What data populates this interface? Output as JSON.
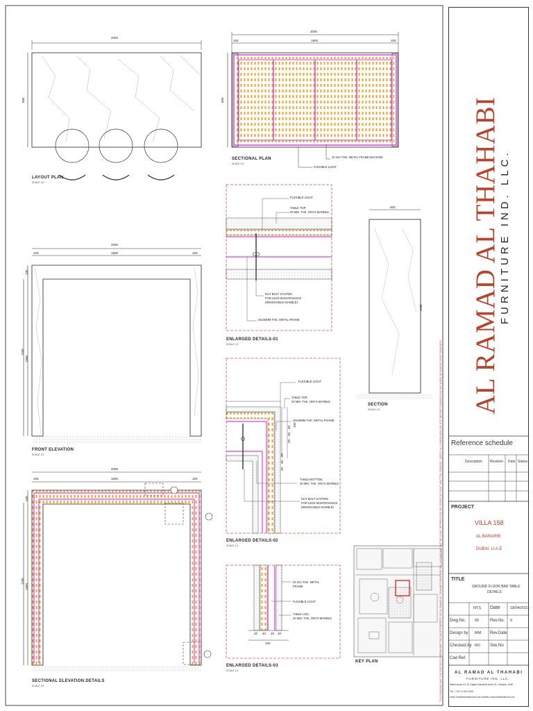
{
  "drawings": {
    "layout_plan": {
      "title": "LAYOUT PLAN",
      "scale": "SCALE 1:5",
      "dim_width": "2000",
      "dim_height": "600"
    },
    "sectional_plan": {
      "title": "SECTIONAL PLAN",
      "scale": "SCALE 1:5",
      "dim_total": "2000",
      "dim_left": "100",
      "dim_mid": "1800",
      "dim_right": "100",
      "dim_height": "600",
      "note_frame": "40 mm THK. METAL FRAME BACKING",
      "note_light": "FLEXIBLE LIGHT"
    },
    "front_elevation": {
      "title": "FRONT ELEVATION",
      "scale": "SCALE 1:5",
      "dim_total": "2000",
      "dim_left": "100",
      "dim_mid": "1800",
      "dim_right": "100",
      "dim_top": "100",
      "dim_height": "1100",
      "dim_inner": "1000"
    },
    "section": {
      "title": "SECTION",
      "scale": "SCALE 1:5",
      "dim_width": "600",
      "dim_height": "1100"
    },
    "sectional_elevation": {
      "title": "SECTIONAL ELEVATION DETAILS",
      "scale": "SCALE 1:5",
      "dim_total": "2000",
      "dim_left": "100",
      "dim_mid": "1800",
      "dim_right": "100",
      "dim_top": "100",
      "dim_height": "1100",
      "dim_inner": "1000"
    },
    "detail_01": {
      "title": "ENLARGED DETAILS-01",
      "scale": "SCALE 1:2",
      "note_light": "FLEXIBLE LIGHT",
      "note_top_1": "TABLE TOP,",
      "note_top_2": "20 MM. THK. ONYX MARBLE",
      "note_bolt_1": "NUT BOLT SYSTEM",
      "note_bolt_2": "FOR LESS MAINTENANCE",
      "note_bolt_3": "(REMOVABLE MARBLE)",
      "note_frame": "40x40MM THK. METAL FRAME"
    },
    "detail_02": {
      "title": "ENLARGED DETAILS-02",
      "scale": "SCALE 1:2",
      "note_light": "FLEXIBLE LIGHT",
      "note_top_1": "TABLE TOP,",
      "note_top_2": "20 MM. THK. ONYX MARBLE",
      "note_frame": "40x40MM THK. METAL FRAME",
      "note_bottom_1": "TABLE BOTTOM,",
      "note_bottom_2": "20 MM. THK. ONYX MARBLE",
      "note_bolt_1": "NUT BOLT SYSTEM",
      "note_bolt_2": "FOR LESS MAINTENANCE",
      "note_bolt_3": "(REMOVABLE MARBLE)",
      "dims": [
        "20",
        "40",
        "20",
        "20",
        "40",
        "20",
        "100"
      ]
    },
    "detail_03": {
      "title": "ENLARGED DETAILS-03",
      "scale": "SCALE 1:2",
      "note_frame_1": "20 mm THK. METAL",
      "note_frame_2": "FRAME",
      "note_light": "FLEXIBLE LIGHT",
      "note_leg_1": "TABLE LEG,",
      "note_leg_2": "20 MM. THK. ONYX MARBLE",
      "dims": [
        "20",
        "40",
        "20",
        "20"
      ],
      "dim_total": "100"
    },
    "key_plan": {
      "title": "KEY PLAN"
    }
  },
  "title_block": {
    "company_main": "AL RAMAD AL THAHABI",
    "company_sub": "FURNITURE IND. LLC.",
    "disclaimer": "THIS DRAWING AND THE CONTENTS HEREIN ARE THE SOLE PROPERTY OF AL RAMAD AL THAHABI FURNITURE IND. LLC AND MAY NOT BE USED, REPRODUCED OR COPIED WITHOUT WRITTEN CONSENT. VERIFY ALL DIMENSIONS ON SITE BEFORE COMMENCING ANY WORK OR MAKING SHOP DRAWINGS.",
    "reference_schedule": "Reference schedule",
    "table_headers": [
      "Description",
      "Revision",
      "Date",
      "Status"
    ],
    "project_label": "PROJECT",
    "project_name": "VILLA 158",
    "project_area": "AL BARARRI",
    "project_city": "DUBAI, U.A.E",
    "title_label": "TITLE",
    "title_1": "GROUND FLOOR BAR TABLE",
    "title_2": "DETAILS",
    "rows": [
      {
        "l1": "",
        "v1": "NTS",
        "l2": "Date",
        "v2": "18/04/2023"
      },
      {
        "l1": "Dwg.No.",
        "v1": "00",
        "l2": "Rev.No.",
        "v2": "0"
      },
      {
        "l1": "Design by",
        "v1": "MM",
        "l2": "Rev.Date",
        "v2": ""
      },
      {
        "l1": "Checked by",
        "v1": "RD",
        "l2": "Site.No",
        "v2": ""
      },
      {
        "l1": "Cad Ref.",
        "v1": "",
        "l2": "",
        "v2": ""
      }
    ],
    "footer_name": "AL RAMAD AL THAHABI",
    "footer_sub": "FURNITURE IND. LLC.",
    "footer_address": "Warehouse 03, Al Sajaa Industrial Area 03, Sharjah, UAE",
    "footer_tel": "Tel.: +971 6 520 0441",
    "footer_email": "email: info@ramadinteriors.com website: www.ramadinteriors.com"
  },
  "colors": {
    "brand": "#b7432b",
    "magenta": "#e040e0",
    "orange": "#f0a020",
    "detail_border": "#e05050"
  }
}
